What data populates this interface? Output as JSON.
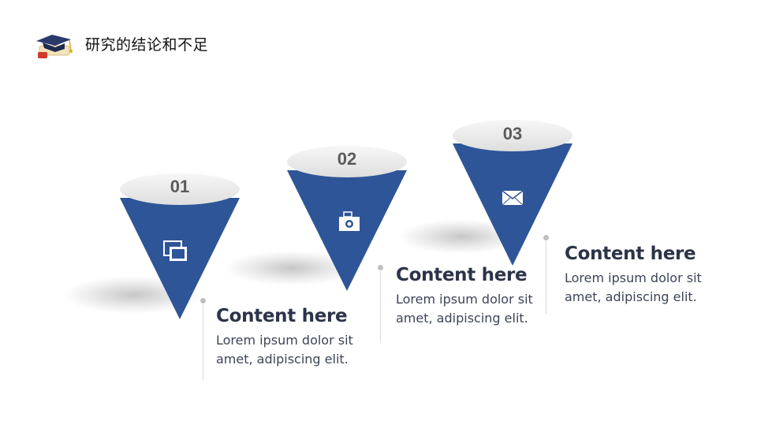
{
  "header": {
    "title": "研究的结论和不足",
    "icon": "graduation-cap-icon"
  },
  "colors": {
    "cone": "#2e5597",
    "top": "#ededed",
    "text": "#2c3449"
  },
  "items": [
    {
      "num": "01",
      "icon": "photos-icon",
      "heading": "Content here",
      "body": "Lorem ipsum dolor sit amet, adipiscing elit."
    },
    {
      "num": "02",
      "icon": "camera-icon",
      "heading": "Content here",
      "body": "Lorem ipsum dolor sit amet, adipiscing elit."
    },
    {
      "num": "03",
      "icon": "envelope-icon",
      "heading": "Content here",
      "body": "Lorem ipsum dolor sit amet, adipiscing elit."
    }
  ]
}
